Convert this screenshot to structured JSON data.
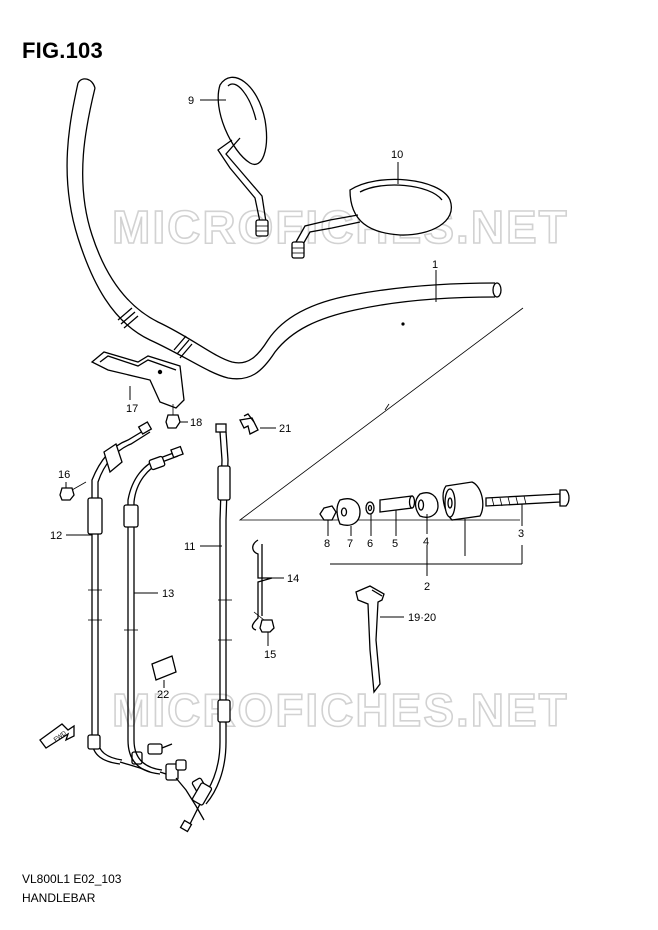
{
  "figure": {
    "title": "FIG.103",
    "code": "VL800L1 E02_103",
    "name": "HANDLEBAR"
  },
  "watermarks": [
    "MICROFICHES.NET",
    "MICROFICHES.NET"
  ],
  "direction_mark": "FWD",
  "callouts": [
    "1",
    "2",
    "3",
    "4",
    "5",
    "6",
    "7",
    "8",
    "9",
    "10",
    "11",
    "12",
    "13",
    "14",
    "15",
    "16",
    "17",
    "18",
    "19·20",
    "21",
    "22"
  ],
  "colors": {
    "line": "#000000",
    "watermark": "#d2d2d2",
    "background": "#ffffff"
  }
}
